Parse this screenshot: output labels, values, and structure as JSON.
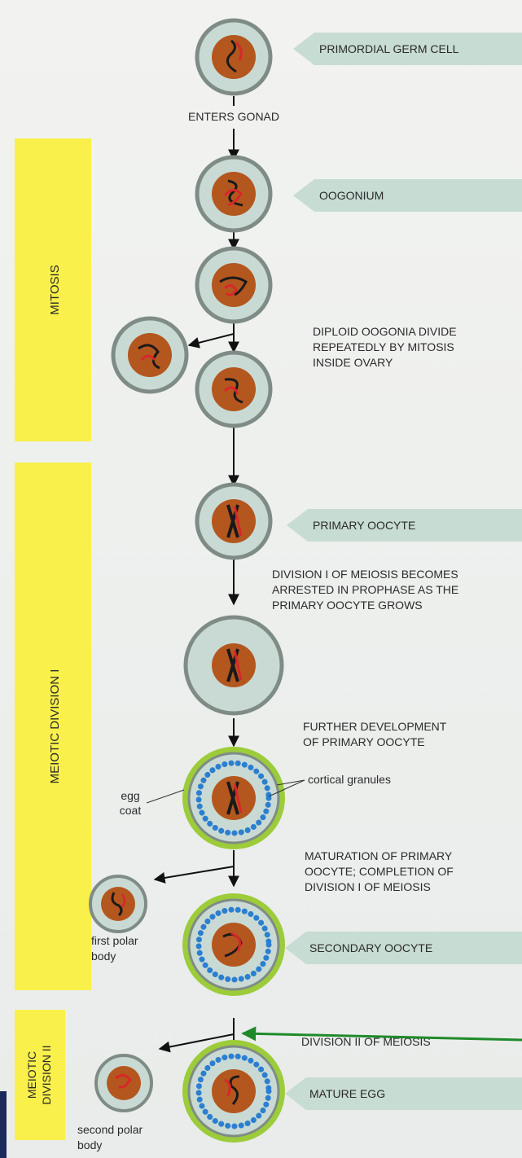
{
  "phase_bands": {
    "mitosis": "MITOSIS",
    "meiotic_division_1": "MEIOTIC DIVISION I",
    "meiotic_division_2_line1": "MEIOTIC",
    "meiotic_division_2_line2": "DIVISION II"
  },
  "stage_tags": {
    "primordial_germ_cell": "PRIMORDIAL GERM CELL",
    "oogonium": "OOGONIUM",
    "primary_oocyte": "PRIMARY OOCYTE",
    "secondary_oocyte": "SECONDARY OOCYTE",
    "mature_egg": "MATURE EGG"
  },
  "annotations": {
    "enters_gonad": "ENTERS GONAD",
    "mitosis_1": "DIPLOID OOGONIA DIVIDE",
    "mitosis_2": "REPEATEDLY BY MITOSIS",
    "mitosis_3": "INSIDE OVARY",
    "arrest_1": "DIVISION I OF MEIOSIS BECOMES",
    "arrest_2": "ARRESTED IN PROPHASE AS THE",
    "arrest_3": "PRIMARY OOCYTE GROWS",
    "further_1": "FURTHER DEVELOPMENT",
    "further_2": "OF PRIMARY OOCYTE",
    "cortical_granules": "cortical granules",
    "egg_coat_1": "egg",
    "egg_coat_2": "coat",
    "maturation_1": "MATURATION OF PRIMARY",
    "maturation_2": "OOCYTE; COMPLETION OF",
    "maturation_3": "DIVISION I OF MEIOSIS",
    "first_polar_1": "first polar",
    "first_polar_2": "body",
    "division_2": "DIVISION II OF MEIOSIS",
    "second_polar_1": "second polar",
    "second_polar_2": "body"
  },
  "colors": {
    "band_yellow": "#f9f04b",
    "tag_fill": "#c7dcd3",
    "cell_fill": "#c9dad4",
    "cell_ring": "#7f8c86",
    "nucleus": "#b3571f",
    "chromosome_black": "#1a1a1a",
    "chromosome_red": "#d8272a",
    "egg_coat": "#9ccc3a",
    "granule": "#2c7fd0",
    "pointer_arrow": "#1f8a2a"
  }
}
